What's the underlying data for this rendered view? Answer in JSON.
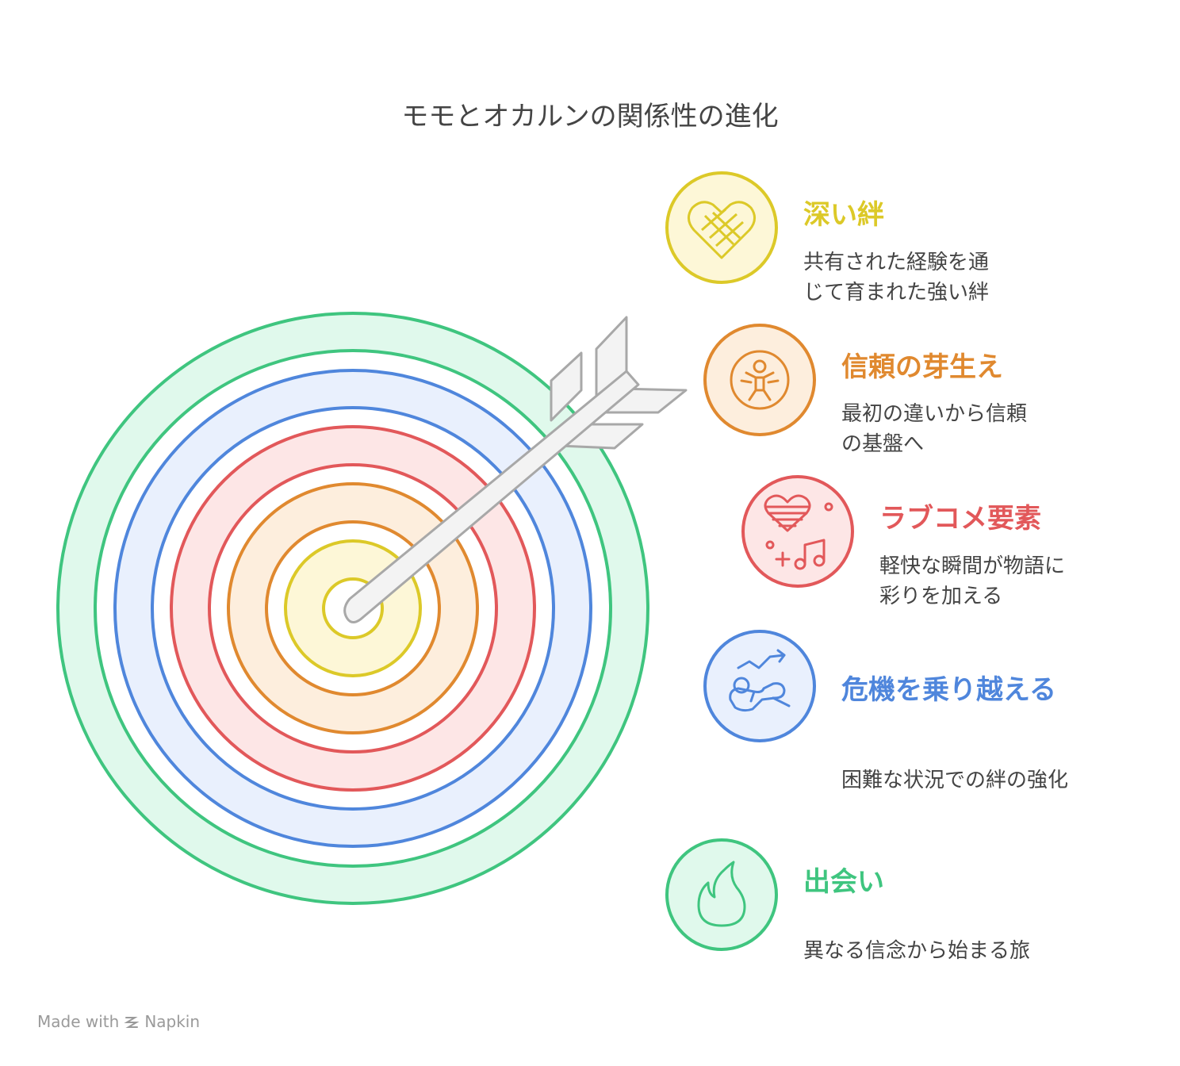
{
  "title": "モモとオカルンの関係性の進化",
  "colors": {
    "yellow": "#dcc928",
    "yellow_fill": "#fdf7d7",
    "orange": "#e0892f",
    "orange_fill": "#fdeedd",
    "red": "#e2585a",
    "red_fill": "#fde6e6",
    "blue": "#4f86dc",
    "blue_fill": "#e9f0fd",
    "green": "#3fc57f",
    "green_fill": "#e0f9ec"
  },
  "items": [
    {
      "title": "深い絆",
      "desc_lines": [
        "共有された経験を通",
        "じて育まれた強い絆"
      ],
      "icon": "heart-knot-icon",
      "color": "yellow"
    },
    {
      "title": "信頼の芽生え",
      "desc_lines": [
        "最初の違いから信頼",
        "の基盤へ"
      ],
      "icon": "person-badge-icon",
      "color": "orange"
    },
    {
      "title": "ラブコメ要素",
      "desc_lines": [
        "軽快な瞬間が物語に",
        "彩りを加える"
      ],
      "icon": "heart-music-icon",
      "color": "red"
    },
    {
      "title": "危機を乗り越える",
      "desc_lines": [
        "困難な状況での絆の強化"
      ],
      "icon": "overcome-crisis-icon",
      "color": "blue"
    },
    {
      "title": "出会い",
      "desc_lines": [
        "異なる信念から始まる旅"
      ],
      "icon": "flame-icon",
      "color": "green"
    }
  ],
  "footer": {
    "made_with": "Made with",
    "brand": "Napkin"
  }
}
